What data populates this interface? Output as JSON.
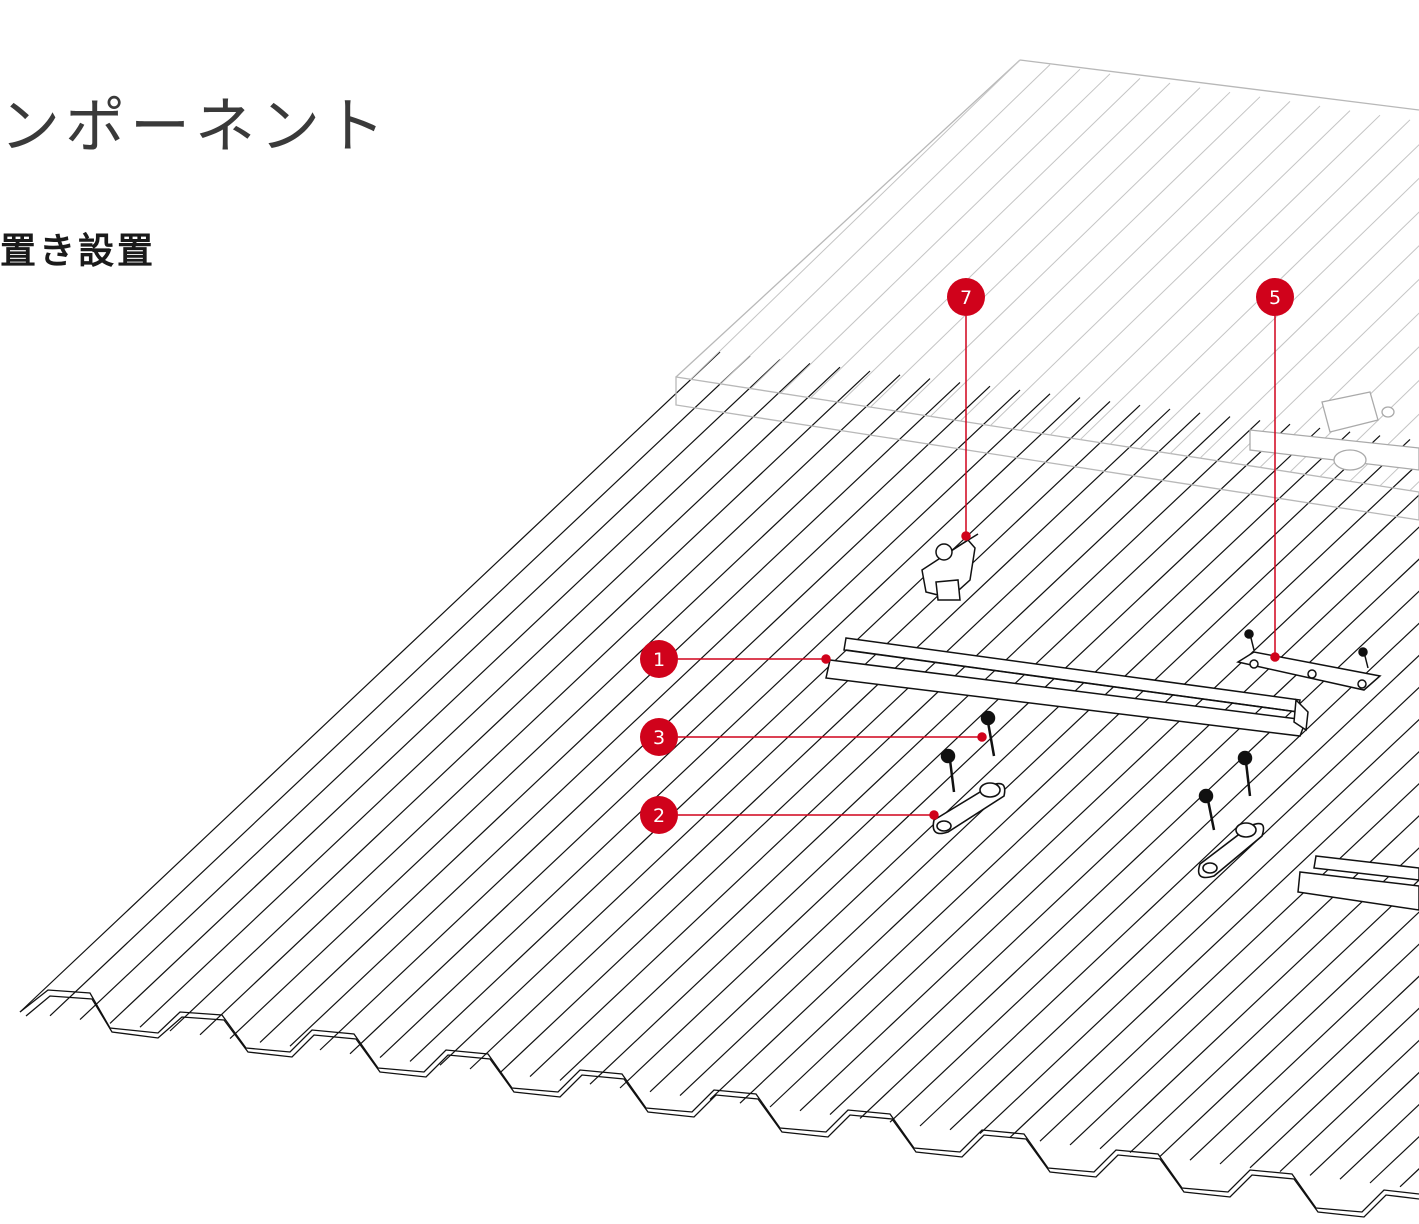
{
  "header": {
    "title": "ンポーネント",
    "subtitle": "置き設置"
  },
  "colors": {
    "accent": "#d0021b",
    "line": "#111111",
    "ghost": "#b8b8b8",
    "text": "#3a3a3a"
  },
  "callouts": [
    {
      "id": "c7",
      "label": "7",
      "part": "mid-clamp"
    },
    {
      "id": "c5",
      "label": "5",
      "part": "rail-connector"
    },
    {
      "id": "c1",
      "label": "1",
      "part": "mounting-rail"
    },
    {
      "id": "c3",
      "label": "3",
      "part": "self-tapping-screw"
    },
    {
      "id": "c2",
      "label": "2",
      "part": "roof-bracket"
    }
  ]
}
